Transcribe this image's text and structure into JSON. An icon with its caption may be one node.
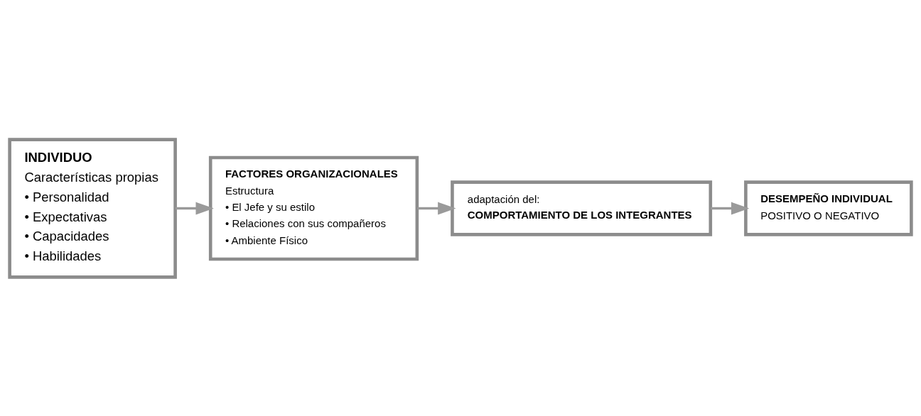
{
  "diagram": {
    "nodes": [
      {
        "text": [
          "INDIVIDUO",
          "Características propias",
          "• Personalidad",
          "• Expectativas",
          "• Capacidades",
          "• Habilidades"
        ]
      },
      {
        "text": [
          "FACTORES ORGANIZACIONALES",
          "Estructura",
          "• El Jefe y su estilo",
          "• Relaciones con sus compañeros",
          "• Ambiente Físico"
        ]
      },
      {
        "text": [
          "adaptación del:",
          "COMPORTAMIENTO DE LOS INTEGRANTES"
        ]
      },
      {
        "text": [
          "DESEMPEÑO INDIVIDUAL",
          "POSITIVO O NEGATIVO"
        ]
      }
    ],
    "edges": [
      {
        "from": 0,
        "to": 1,
        "arrow": "to"
      },
      {
        "from": 1,
        "to": 2,
        "arrow": "to"
      },
      {
        "from": 2,
        "to": 3,
        "arrow": "to"
      }
    ]
  }
}
